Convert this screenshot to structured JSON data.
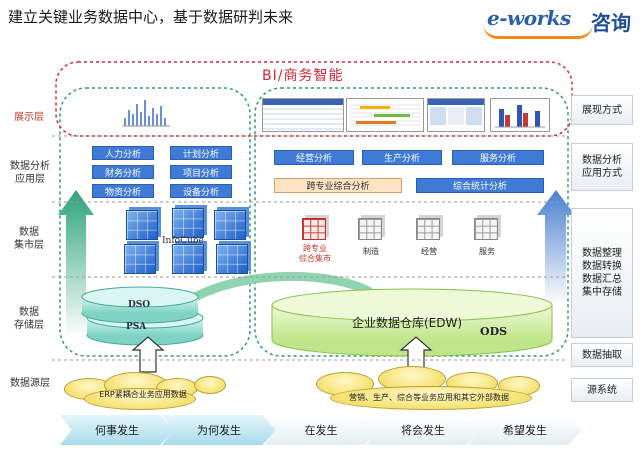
{
  "title": "建立关键业务数据中心，基于数据研判未来",
  "logo": {
    "eworks": "e-works",
    "zixun": "咨询"
  },
  "bi_title": "BI/商务智能",
  "left_layers": {
    "display": "展示层",
    "analysis": [
      "数据分析",
      "应用层"
    ],
    "mart": [
      "数据",
      "集市层"
    ],
    "storage": [
      "数据",
      "存储层"
    ],
    "source": "数据源层"
  },
  "right_tags": {
    "display": "展现方式",
    "analysis": [
      "数据分析",
      "应用方式"
    ],
    "integration": [
      "数据整理",
      "数据转换",
      "数据汇总",
      "集中存储"
    ],
    "extraction": "数据抽取",
    "source": "源系统"
  },
  "left_analysis": [
    "人力分析",
    "计划分析",
    "财务分析",
    "项目分析",
    "物资分析",
    "设备分析"
  ],
  "right_analysis": {
    "row1": [
      "经营分析",
      "生产分析",
      "服务分析"
    ],
    "cross": "跨专业综合分析",
    "stat": "综合统计分析"
  },
  "infocube": "InfoCube",
  "marts": {
    "cross": [
      "跨专业",
      "综合集市"
    ],
    "others": [
      "制造",
      "经营",
      "服务"
    ]
  },
  "storage": {
    "dso": "DSO",
    "psa": "PSA",
    "edw": "企业数据仓库(EDW)",
    "ods": "ODS"
  },
  "sources": {
    "left": "ERP紧耦合业务应用数据",
    "right": "营销、生产、综合等业务应用和其它外部数据"
  },
  "timeline": [
    "何事发生",
    "为何发生",
    "在发生",
    "将会发生",
    "希望发生"
  ],
  "colors": {
    "accent_red": "#d9263b",
    "blue_box": "#3f7ad6",
    "dashed_green": "#2f9a6a"
  }
}
